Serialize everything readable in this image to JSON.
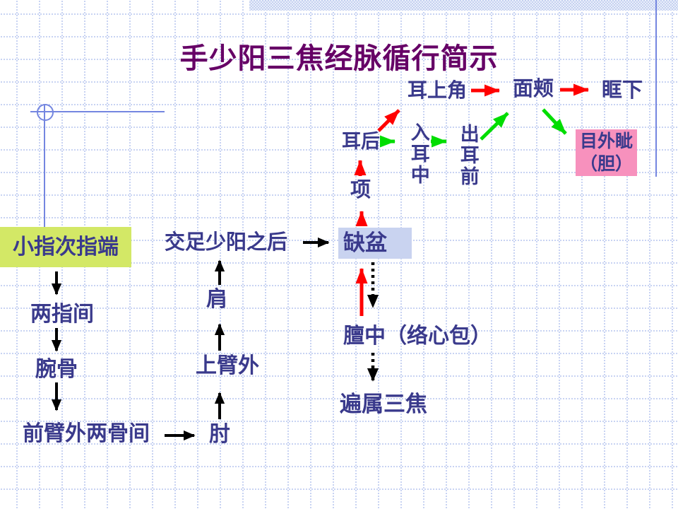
{
  "slide": {
    "title": "手少阳三焦经脉循行简示"
  },
  "colors": {
    "title_text": "#660066",
    "node_text": "#3A3A8C",
    "arrow_red": "#FF0000",
    "arrow_green": "#00DD00",
    "arrow_black": "#000000",
    "box_yellow": "#D3E866",
    "box_blue": "#C9D3F0",
    "box_pink": "#F791BD",
    "decor_line": "#7486E0",
    "grid_dot": "#B4C3EE",
    "top_bar_a": "#C5D1F0",
    "top_bar_b": "#EAEFFB"
  },
  "nodes": {
    "ring_finger_tip": {
      "label": "小指次指端"
    },
    "between_fingers": {
      "label": "两指间"
    },
    "wrist_bone": {
      "label": "腕骨"
    },
    "forearm_between_bones": {
      "label": "前臂外两骨间"
    },
    "elbow": {
      "label": "肘"
    },
    "upper_arm_outer": {
      "label": "上臂外"
    },
    "shoulder": {
      "label": "肩"
    },
    "cross_foot_shaoyang": {
      "label": "交足少阳之后"
    },
    "supraclavicular_fossa": {
      "label": "缺盆"
    },
    "nape": {
      "label": "项"
    },
    "behind_ear": {
      "label": "耳后"
    },
    "enter_ear": {
      "label": "入耳中"
    },
    "exit_ear_front": {
      "label": "出耳前"
    },
    "ear_upper_corner": {
      "label": "耳上角"
    },
    "cheek": {
      "label": "面颊"
    },
    "infraorbital": {
      "label": "眶下"
    },
    "outer_canthus": {
      "line1": "目外眦",
      "line2": "（胆）"
    },
    "danzhong": {
      "label": "膻中（络心包）"
    },
    "spread_triple_burner": {
      "label": "遍属三焦"
    }
  }
}
